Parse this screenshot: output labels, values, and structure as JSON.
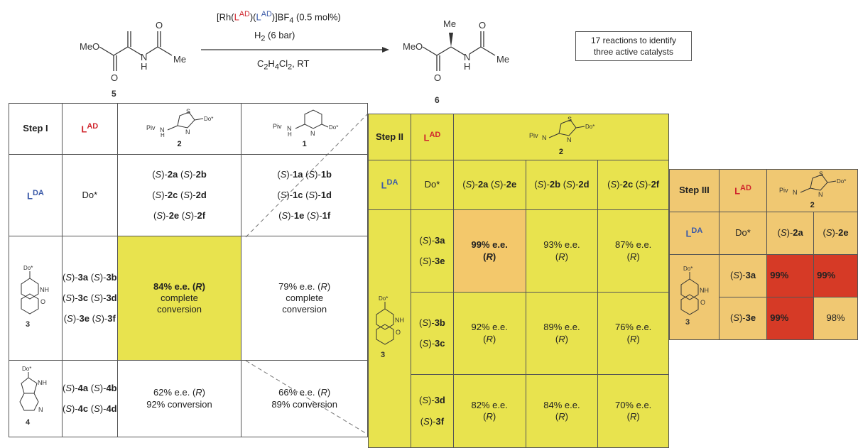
{
  "reaction": {
    "substrate_label": "5",
    "product_label": "6",
    "catalyst_prefix": "[Rh(",
    "l_ad": "L",
    "l_ad_sup": "AD",
    "catalyst_mid": ")(",
    "catalyst_suffix": ")]BF",
    "bf_sub": "4",
    "loading": "(0.5 mol%)",
    "h2": "H",
    "h2_sub": "2",
    "pressure": "(6 bar)",
    "solvent_a": "C",
    "solvent_a_sub": "2",
    "solvent_b": "H",
    "solvent_b_sub": "4",
    "solvent_c": "Cl",
    "solvent_c_sub": "2",
    "solvent_rt": ", RT",
    "meo": "MeO",
    "me": "Me",
    "o": "O",
    "n": "N",
    "h": "H",
    "note_line1": "17 reactions to identify",
    "note_line2": "three active catalysts"
  },
  "common": {
    "lad_L": "L",
    "lad_sup": "AD",
    "lda_L": "L",
    "lda_sup": "DA",
    "do_star": "Do*",
    "piv": "Piv",
    "n": "N",
    "h": "H",
    "s": "S",
    "nh": "NH",
    "o": "O",
    "s_prefix": "(S)-"
  },
  "step1": {
    "header": "Step I",
    "col2_label": "2",
    "col1_label": "1",
    "row3_label": "3",
    "row4_label": "4",
    "ligands2": [
      [
        "2a",
        "2b"
      ],
      [
        "2c",
        "2d"
      ],
      [
        "2e",
        "2f"
      ]
    ],
    "ligands1": [
      [
        "1a",
        "1b"
      ],
      [
        "1c",
        "1d"
      ],
      [
        "1e",
        "1f"
      ]
    ],
    "ligands3": [
      [
        "3a",
        "3b"
      ],
      [
        "3c",
        "3d"
      ],
      [
        "3e",
        "3f"
      ]
    ],
    "ligands4": [
      [
        "4a",
        "4b"
      ],
      [
        "4c",
        "4d"
      ]
    ],
    "r3c2_ee": "84% e.e. (",
    "r3c2_r": "R",
    "r3c2_close": ")",
    "r3c2_conv1": "complete",
    "r3c2_conv2": "conversion",
    "r3c1_ee": "79% e.e. (",
    "r3c1_r": "R",
    "r3c1_close": ")",
    "r3c1_conv1": "complete",
    "r3c1_conv2": "conversion",
    "r4c2_ee": "62% e.e. (",
    "r4c2_r": "R",
    "r4c2_close": ")",
    "r4c2_conv": "92% conversion",
    "r4c1_ee": "66% e.e. (",
    "r4c1_r": "R",
    "r4c1_close": ")",
    "r4c1_conv": "89% conversion"
  },
  "step2": {
    "header": "Step II",
    "col_label": "2",
    "row_label": "3",
    "cols": [
      [
        "2a",
        "2e"
      ],
      [
        "2b",
        "2d"
      ],
      [
        "2c",
        "2f"
      ]
    ],
    "rows": [
      [
        "3a",
        "3e"
      ],
      [
        "3b",
        "3c"
      ],
      [
        "3d",
        "3f"
      ]
    ],
    "ee_suffix": "% e.e.",
    "r_open": "(",
    "r": "R",
    "r_close": ")",
    "values": [
      [
        99,
        93,
        87
      ],
      [
        92,
        89,
        76
      ],
      [
        82,
        84,
        70
      ]
    ]
  },
  "step3": {
    "header": "Step III",
    "col_label": "2",
    "row_label": "3",
    "cols": [
      "2a",
      "2e"
    ],
    "rows": [
      "3a",
      "3e"
    ],
    "values": [
      [
        "99%",
        "99%"
      ],
      [
        "99%",
        "98%"
      ]
    ]
  }
}
